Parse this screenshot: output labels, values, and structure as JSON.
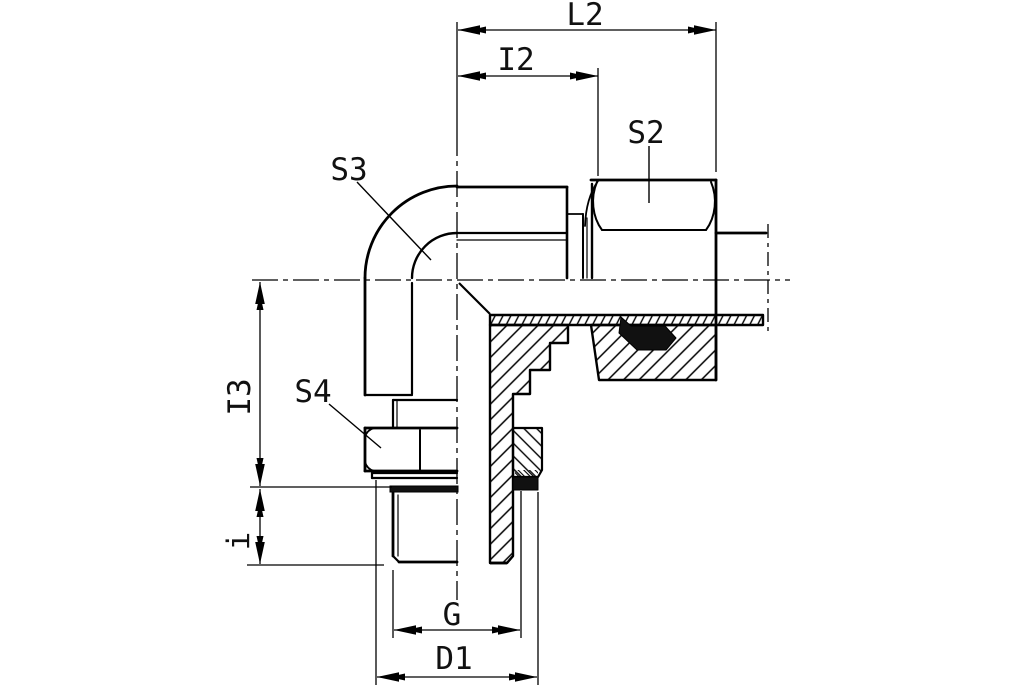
{
  "drawing": {
    "labels": {
      "L2": "L2",
      "I2": "I2",
      "S2": "S2",
      "S3": "S3",
      "S4": "S4",
      "I3": "I3",
      "i": "i",
      "G": "G",
      "D1": "D1"
    },
    "colors": {
      "line": "#000000",
      "background": "#ffffff",
      "seal_fill": "#111111"
    }
  }
}
